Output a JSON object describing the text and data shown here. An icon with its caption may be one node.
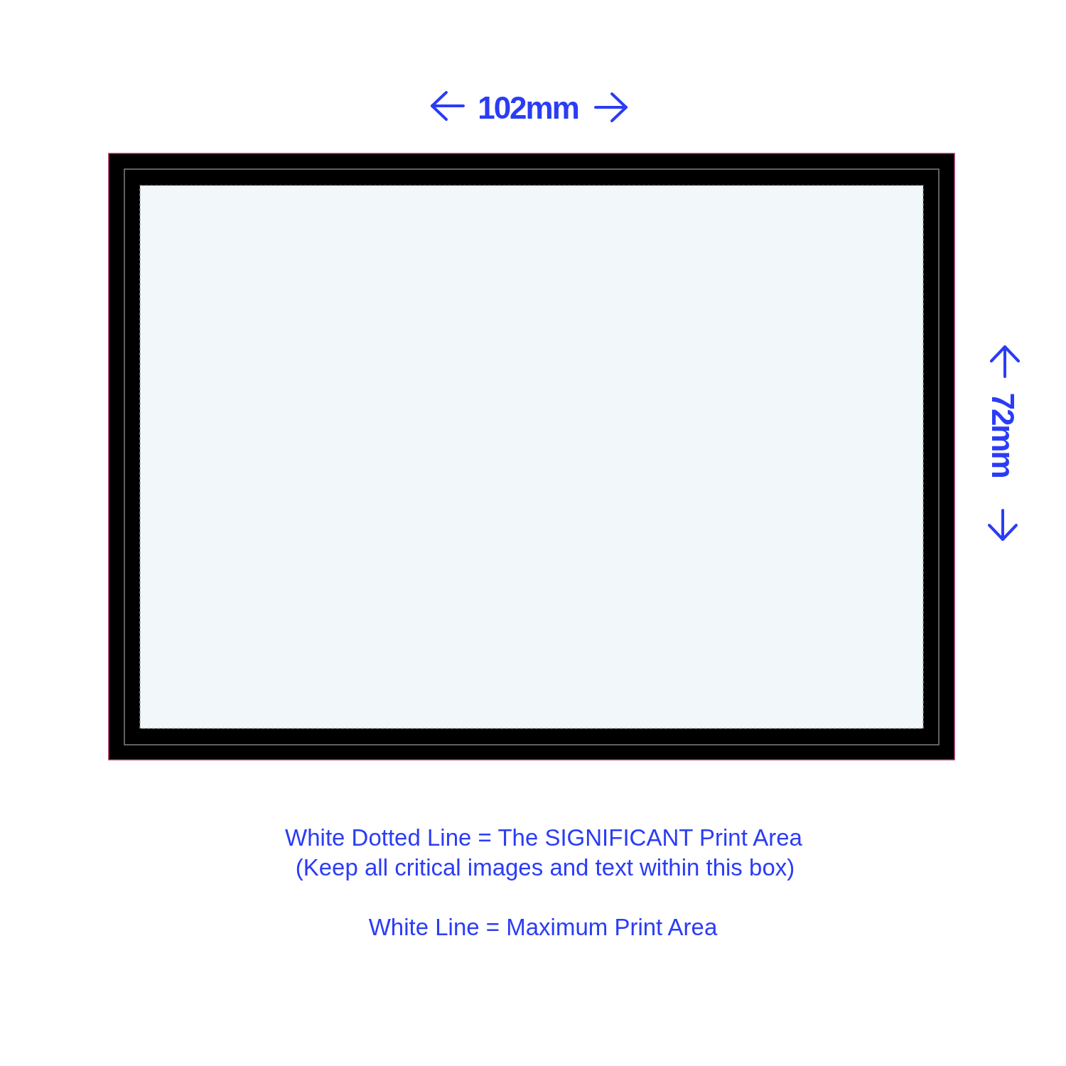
{
  "diagram": {
    "labels": [
      "102mm",
      "72mm",
      "White Dotted Line = The SIGNIFICANT Print Area",
      "(Keep all critical images and text within this box)",
      "White Line = Maximum Print Area"
    ]
  }
}
